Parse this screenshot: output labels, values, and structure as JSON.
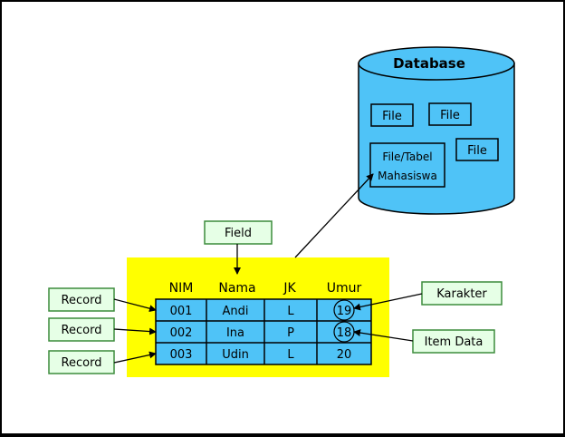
{
  "database": {
    "title": "Database",
    "files": [
      "File",
      "File",
      "File"
    ],
    "table_file": {
      "line1": "File/Tabel",
      "line2": "Mahasiswa"
    }
  },
  "labels": {
    "field": "Field",
    "records": [
      "Record",
      "Record",
      "Record"
    ],
    "karakter": "Karakter",
    "item_data": "Item Data"
  },
  "table": {
    "headers": [
      "NIM",
      "Nama",
      "JK",
      "Umur"
    ],
    "rows": [
      [
        "001",
        "Andi",
        "L",
        "19"
      ],
      [
        "002",
        "Ina",
        "P",
        "18"
      ],
      [
        "003",
        "Udin",
        "L",
        "20"
      ]
    ]
  },
  "colors": {
    "cylinder": "#4FC3F7",
    "table_cell": "#4FC3F7",
    "table_bg": "#FFFF00",
    "label_bg": "#E6FFE6",
    "label_border": "#3C8C3C"
  }
}
